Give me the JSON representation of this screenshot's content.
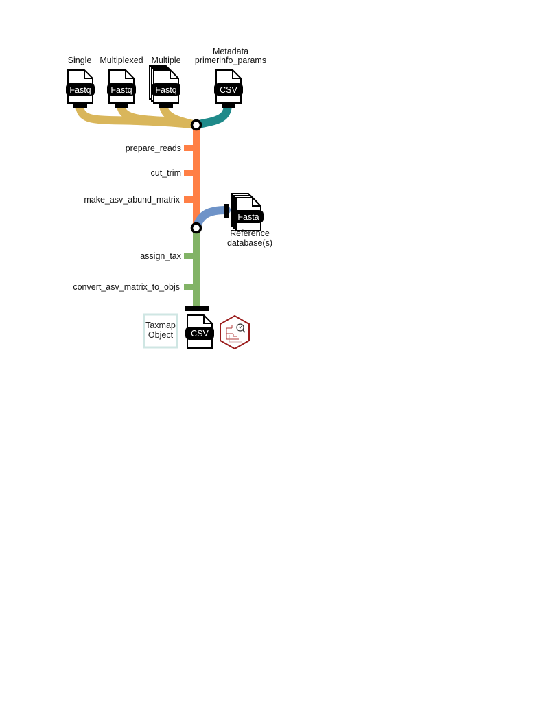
{
  "inputs": {
    "single_label": "Single",
    "multiplexed_label": "Multiplexed",
    "multiple_label": "Multiple",
    "metadata_label_line1": "Metadata",
    "metadata_label_line2": "primerinfo_params",
    "fastq_badge": "Fastq",
    "csv_badge": "CSV"
  },
  "steps": {
    "prepare_reads": "prepare_reads",
    "cut_trim": "cut_trim",
    "make_asv_abund_matrix": "make_asv_abund_matrix",
    "assign_tax": "assign_tax",
    "convert_asv_matrix_to_objs": "convert_asv_matrix_to_objs"
  },
  "reference": {
    "badge": "Fasta",
    "label_line1": "Reference",
    "label_line2": "database(s)"
  },
  "outputs": {
    "taxmap_line1": "Taxmap",
    "taxmap_line2": "Object",
    "csv_badge": "CSV"
  },
  "colors": {
    "fastq_line": "#D9B65B",
    "csv_line": "#1F8A8A",
    "orange_line": "#FF7F45",
    "reference_line": "#6E93C8",
    "green_line": "#82B366",
    "taxmap_border": "#CFE6E3",
    "hex_logo": "#9B1C1C"
  }
}
